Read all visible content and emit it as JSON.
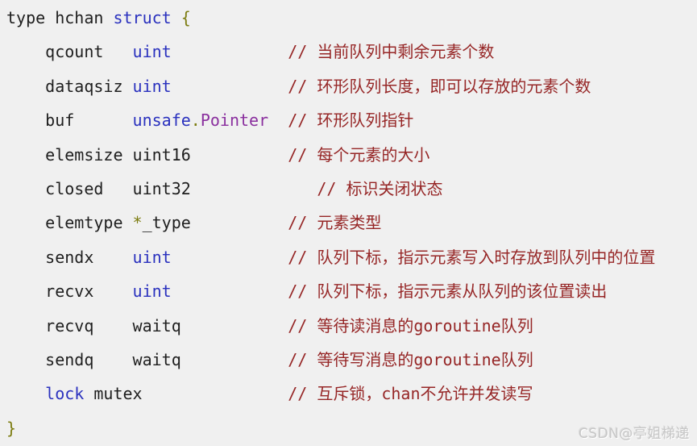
{
  "palette": {
    "background": "#f0f0f0",
    "plain": "#1e1e1e",
    "keyword": "#2a31be",
    "purple": "#8a2f9e",
    "olive": "#7c7c10",
    "comment": "#962626"
  },
  "watermark": {
    "text": "CSDN@亭姐梯递"
  },
  "code": {
    "language": "go",
    "struct_name": "hchan",
    "lines": [
      {
        "tokens": [
          {
            "t": "type hchan ",
            "s": "plain"
          },
          {
            "t": "struct",
            "s": "keyword"
          },
          {
            "t": " ",
            "s": "plain"
          },
          {
            "t": "{",
            "s": "olive"
          }
        ]
      },
      {
        "tokens": [
          {
            "t": "    qcount   ",
            "s": "plain"
          },
          {
            "t": "uint",
            "s": "keyword"
          },
          {
            "t": "            ",
            "s": "plain"
          },
          {
            "t": "// 当前队列中剩余元素个数",
            "s": "comment"
          }
        ]
      },
      {
        "tokens": [
          {
            "t": "    dataqsiz ",
            "s": "plain"
          },
          {
            "t": "uint",
            "s": "keyword"
          },
          {
            "t": "            ",
            "s": "plain"
          },
          {
            "t": "// 环形队列长度，即可以存放的元素个数",
            "s": "comment"
          }
        ]
      },
      {
        "tokens": [
          {
            "t": "    buf      ",
            "s": "plain"
          },
          {
            "t": "unsafe",
            "s": "keyword"
          },
          {
            "t": ".",
            "s": "olive"
          },
          {
            "t": "Pointer",
            "s": "purple"
          },
          {
            "t": "  ",
            "s": "plain"
          },
          {
            "t": "// 环形队列指针",
            "s": "comment"
          }
        ]
      },
      {
        "tokens": [
          {
            "t": "    elemsize uint16",
            "s": "plain"
          },
          {
            "t": "          ",
            "s": "plain"
          },
          {
            "t": "// 每个元素的大小",
            "s": "comment"
          }
        ]
      },
      {
        "tokens": [
          {
            "t": "    closed   uint32",
            "s": "plain"
          },
          {
            "t": "             ",
            "s": "plain"
          },
          {
            "t": "// 标识关闭状态",
            "s": "comment"
          }
        ]
      },
      {
        "tokens": [
          {
            "t": "    elemtype ",
            "s": "plain"
          },
          {
            "t": "*",
            "s": "olive"
          },
          {
            "t": "_type",
            "s": "plain"
          },
          {
            "t": "          ",
            "s": "plain"
          },
          {
            "t": "// 元素类型",
            "s": "comment"
          }
        ]
      },
      {
        "tokens": [
          {
            "t": "    sendx    ",
            "s": "plain"
          },
          {
            "t": "uint",
            "s": "keyword"
          },
          {
            "t": "            ",
            "s": "plain"
          },
          {
            "t": "// 队列下标，指示元素写入时存放到队列中的位置",
            "s": "comment"
          }
        ]
      },
      {
        "tokens": [
          {
            "t": "    recvx    ",
            "s": "plain"
          },
          {
            "t": "uint",
            "s": "keyword"
          },
          {
            "t": "            ",
            "s": "plain"
          },
          {
            "t": "// 队列下标，指示元素从队列的该位置读出",
            "s": "comment"
          }
        ]
      },
      {
        "tokens": [
          {
            "t": "    recvq    waitq",
            "s": "plain"
          },
          {
            "t": "           ",
            "s": "plain"
          },
          {
            "t": "// 等待读消息的goroutine队列",
            "s": "comment"
          }
        ]
      },
      {
        "tokens": [
          {
            "t": "    sendq    waitq",
            "s": "plain"
          },
          {
            "t": "           ",
            "s": "plain"
          },
          {
            "t": "// 等待写消息的goroutine队列",
            "s": "comment"
          }
        ]
      },
      {
        "tokens": [
          {
            "t": "    ",
            "s": "plain"
          },
          {
            "t": "lock",
            "s": "keyword"
          },
          {
            "t": " mutex",
            "s": "plain"
          },
          {
            "t": "               ",
            "s": "plain"
          },
          {
            "t": "// 互斥锁，chan不允许并发读写",
            "s": "comment"
          }
        ]
      },
      {
        "tokens": [
          {
            "t": "}",
            "s": "olive"
          }
        ]
      }
    ]
  }
}
